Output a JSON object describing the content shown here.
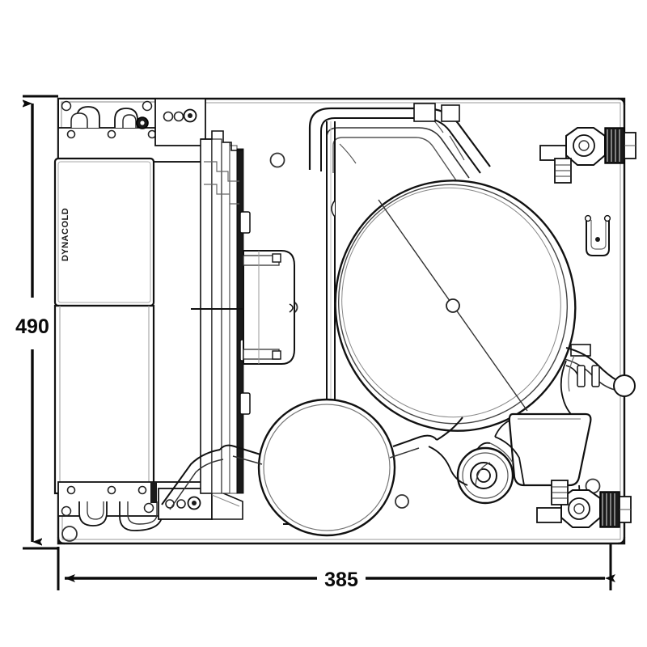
{
  "drawing": {
    "type": "engineering-line-drawing",
    "subject": "espresso machine internal chassis top view",
    "background_color": "#ffffff",
    "line_color": "#111111",
    "secondary_line_color": "#555555",
    "brand_label": "DYNACOLD"
  },
  "dimensions": {
    "height": {
      "value": "490",
      "unit_implied": "mm",
      "orientation": "vertical",
      "position": "left"
    },
    "width": {
      "value": "385",
      "unit_implied": "mm",
      "orientation": "horizontal",
      "position": "bottom"
    }
  },
  "components": {
    "chassis_plate": "chassis-base-plate",
    "left_module": "left-side-panel-module",
    "brand_plate": "dynacold-brand-plate",
    "heat_exchanger": "vertical-rail-stack",
    "mid_bracket": "center-mounting-bracket",
    "boiler": "main-boiler-tank",
    "secondary_tank": "secondary-round-tank",
    "pump": "rotary-pump-motor",
    "top_valve": "top-right-valve-assembly",
    "bottom_valve": "bottom-right-valve-assembly",
    "clip": "spring-retaining-clip",
    "steam_wand": "steam-wand-nozzle",
    "top_tubing": "upper-tubing-run",
    "bottom_tubing": "lower-tubing-run"
  },
  "colors": {
    "outline": "#111111",
    "mid": "#666666",
    "light": "#999999",
    "fill_white": "#ffffff",
    "fill_dark": "#1a1a1a",
    "fill_gray": "#d8d8d8"
  }
}
